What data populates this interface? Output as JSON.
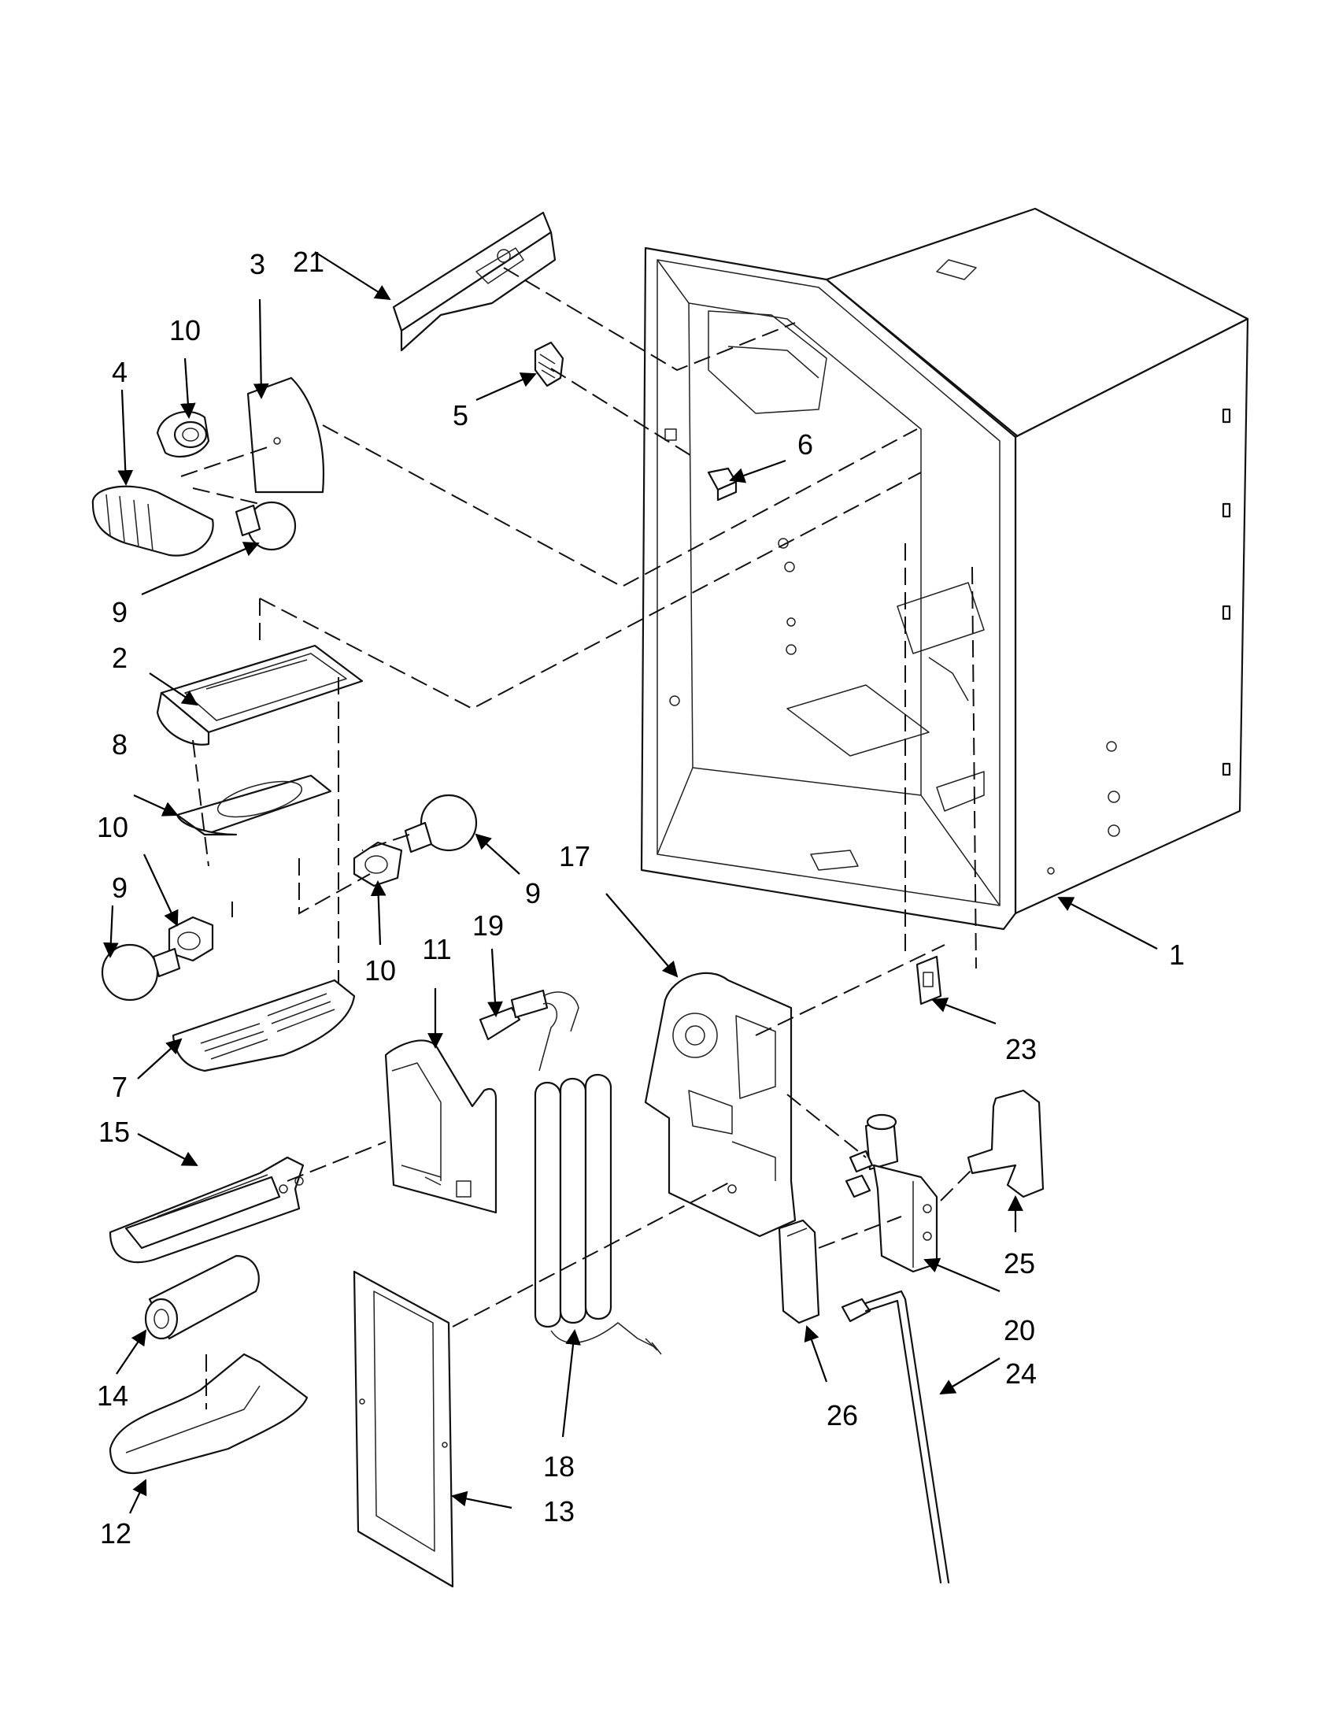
{
  "callouts": [
    "1",
    "2",
    "3",
    "4",
    "5",
    "6",
    "7",
    "8",
    "9",
    "9",
    "9",
    "10",
    "10",
    "10",
    "11",
    "12",
    "13",
    "14",
    "15",
    "17",
    "18",
    "19",
    "20",
    "21",
    "23",
    "24",
    "25",
    "26"
  ]
}
